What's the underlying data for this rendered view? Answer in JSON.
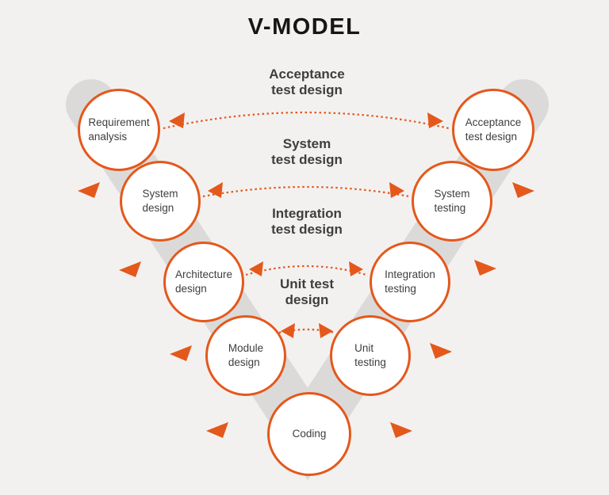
{
  "title": "V-MODEL",
  "colors": {
    "accent": "#E4581B",
    "band": "#DBDAD9",
    "background": "#F2F1F0",
    "text": "#3E3E3E"
  },
  "phases": {
    "left": [
      {
        "label": "Requirement\nanalysis"
      },
      {
        "label": "System\ndesign"
      },
      {
        "label": "Architecture\ndesign"
      },
      {
        "label": "Module\ndesign"
      }
    ],
    "bottom": {
      "label": "Coding"
    },
    "right": [
      {
        "label": "Acceptance\ntest design"
      },
      {
        "label": "System\ntesting"
      },
      {
        "label": "Integration\ntesting"
      },
      {
        "label": "Unit\ntesting"
      }
    ]
  },
  "connectors": [
    {
      "label": "Acceptance\ntest design"
    },
    {
      "label": "System\ntest design"
    },
    {
      "label": "Integration\ntest design"
    },
    {
      "label": "Unit test\ndesign"
    }
  ]
}
